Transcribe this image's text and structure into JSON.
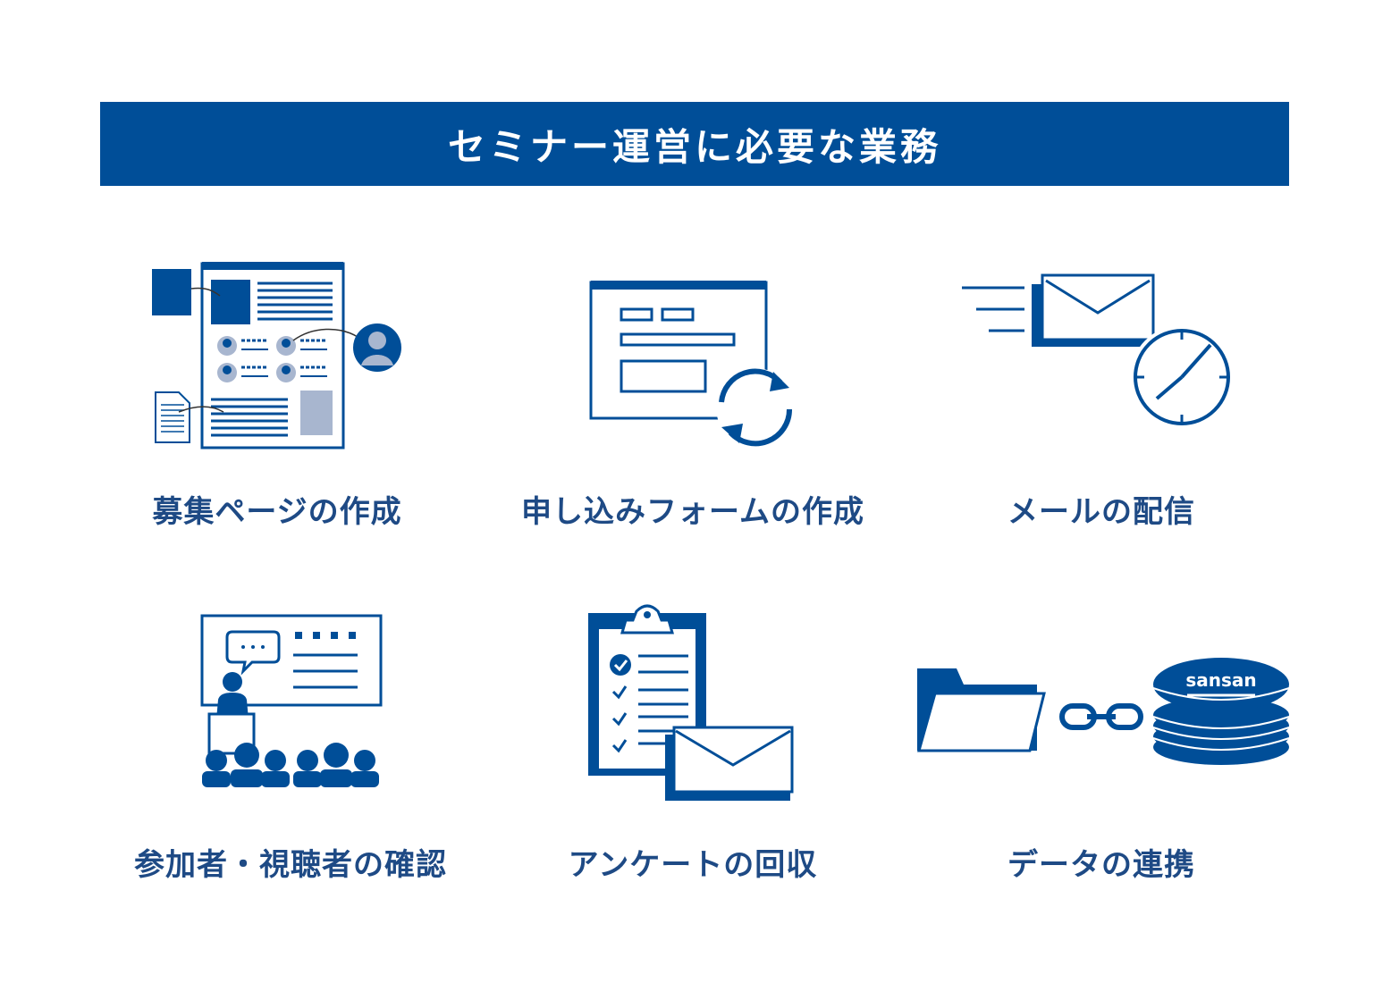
{
  "colors": {
    "primary": "#004e98",
    "light": "#a8b6cf",
    "text": "#1e4a85",
    "white": "#ffffff"
  },
  "header": {
    "title": "セミナー運営に必要な業務"
  },
  "tasks": [
    {
      "label": "募集ページの作成",
      "icon": "recruitment-page-icon"
    },
    {
      "label": "申し込みフォームの作成",
      "icon": "application-form-icon"
    },
    {
      "label": "メールの配信",
      "icon": "email-delivery-icon"
    },
    {
      "label": "参加者・視聴者の確認",
      "icon": "attendee-check-icon"
    },
    {
      "label": "アンケートの回収",
      "icon": "survey-collection-icon"
    },
    {
      "label": "データの連携",
      "icon": "data-integration-icon"
    }
  ],
  "sansan_logo": {
    "text": "sansan"
  }
}
